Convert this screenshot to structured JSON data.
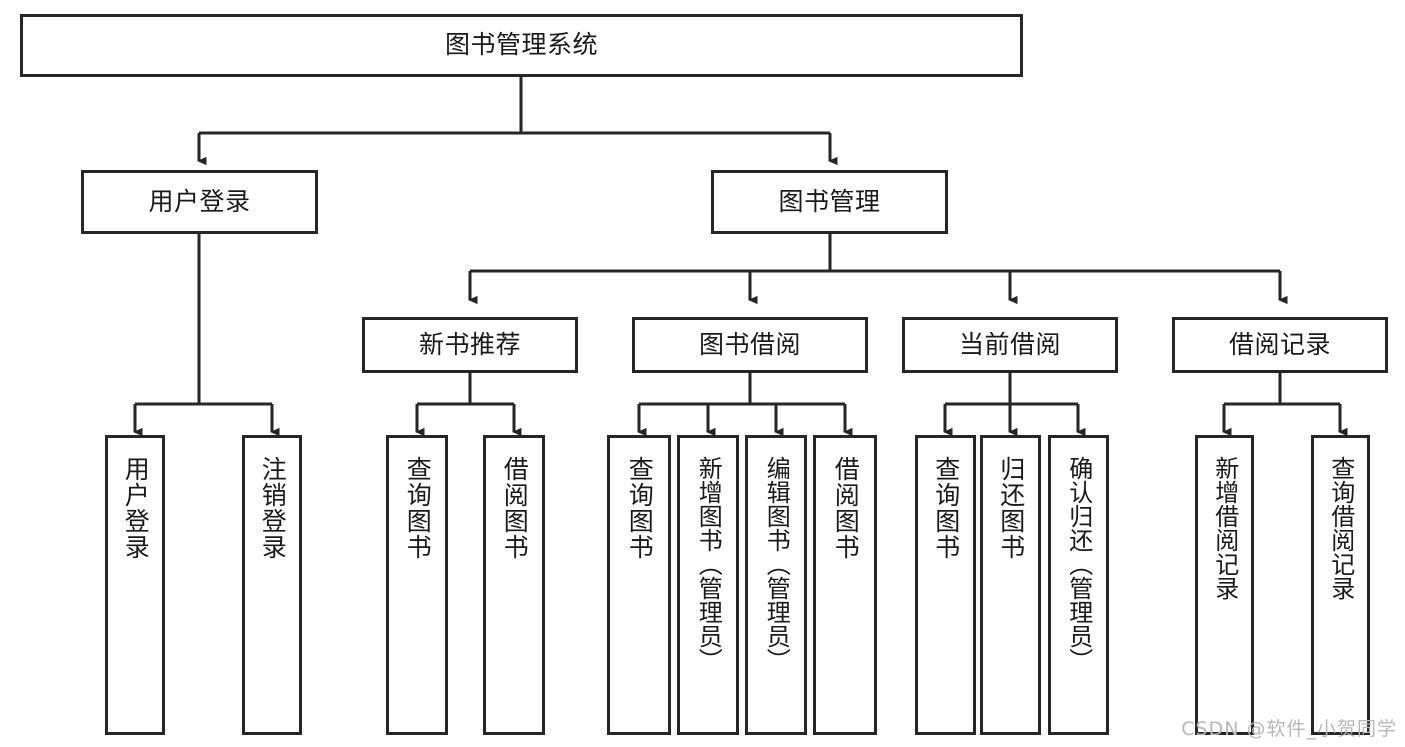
{
  "diagram": {
    "title": "图书管理系统",
    "type": "tree",
    "watermark": "CSDN @软件_小贺同学",
    "colors": {
      "border": "#262626",
      "background": "#ffffff",
      "text": "#1a1a1a",
      "watermark": "#b8b8b8"
    },
    "root": {
      "label": "图书管理系统"
    },
    "level2": [
      {
        "label": "用户登录"
      },
      {
        "label": "图书管理"
      }
    ],
    "level3": [
      {
        "label": "新书推荐"
      },
      {
        "label": "图书借阅"
      },
      {
        "label": "当前借阅"
      },
      {
        "label": "借阅记录"
      }
    ],
    "leaves": {
      "user_login": [
        {
          "label": "用户登录"
        },
        {
          "label": "注销登录"
        }
      ],
      "new_book": [
        {
          "label": "查询图书"
        },
        {
          "label": "借阅图书"
        }
      ],
      "book_borrow": [
        {
          "label": "查询图书"
        },
        {
          "label": "新增图书（管理员）"
        },
        {
          "label": "编辑图书（管理员）"
        },
        {
          "label": "借阅图书"
        }
      ],
      "current_borrow": [
        {
          "label": "查询图书"
        },
        {
          "label": "归还图书"
        },
        {
          "label": "确认归还（管理员）"
        }
      ],
      "borrow_record": [
        {
          "label": "新增借阅记录"
        },
        {
          "label": "查询借阅记录"
        }
      ]
    }
  }
}
